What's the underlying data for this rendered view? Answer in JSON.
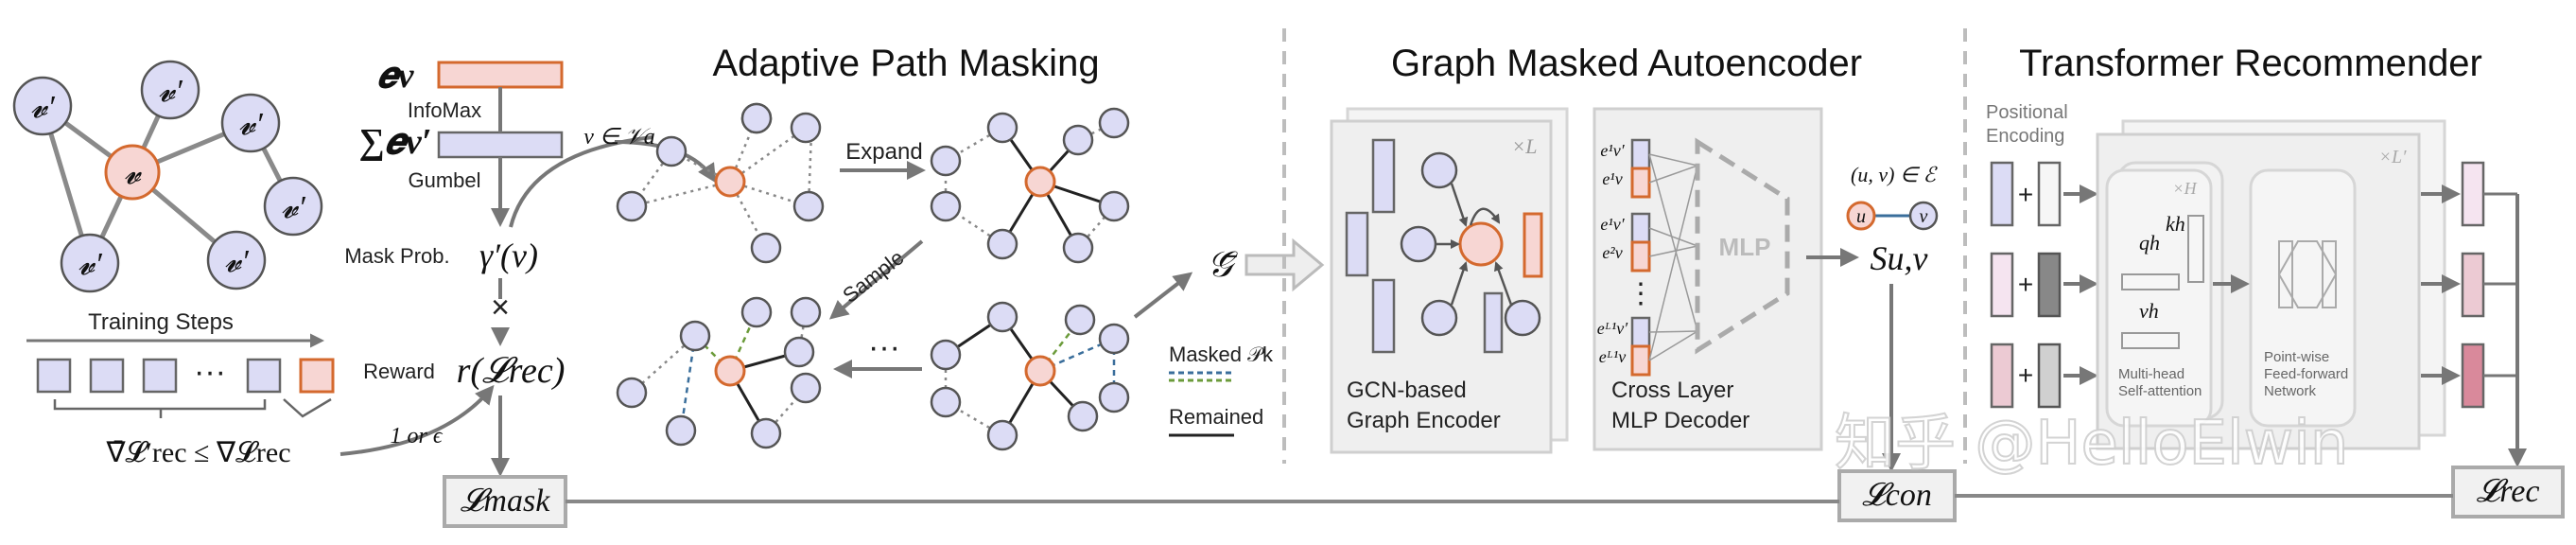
{
  "titles": {
    "apm": "Adaptive Path Masking",
    "gma": "Graph Masked Autoencoder",
    "tr": "Transformer Recommender"
  },
  "left_graph": {
    "node_label": "𝓿′",
    "center_label": "𝓿"
  },
  "training": {
    "label": "Training Steps",
    "dots": "···",
    "inequality": "∇̄𝓛′rec ≤ ∇𝓛rec",
    "one_or_eps": "1 or ϵ"
  },
  "mask_prob": {
    "ev": "𝒆v",
    "sum_ev": "∑𝒆v′",
    "infomax": "InfoMax",
    "gumbel": "Gumbel",
    "label": "Mask Prob.",
    "gamma": "γ′(v)",
    "times": "×",
    "reward_label": "Reward",
    "reward_fn": "r(𝓛rec)",
    "v_in_va": "v ∈ 𝒱a"
  },
  "apm": {
    "expand": "Expand",
    "sample": "Sample",
    "dots": "···",
    "g_bar": "𝒢̄",
    "masked": "Masked 𝒫k",
    "remained": "Remained"
  },
  "gma": {
    "layers": "×L",
    "encoder_line1": "GCN-based",
    "encoder_line2": "Graph Encoder",
    "decoder_line1": "Cross Layer",
    "decoder_line2": "MLP Decoder",
    "mlp": "MLP",
    "uv_edge": "(u, v) ∈ ℰ",
    "u": "u",
    "v": "v",
    "score": "Su,v",
    "e_labels": [
      "e¹v′",
      "e¹v",
      "e¹v′",
      "e²v",
      "eᴸ¹v′",
      "eᴸ¹v"
    ]
  },
  "tr": {
    "pos_enc_line1": "Positional",
    "pos_enc_line2": "Encoding",
    "layers": "×L′",
    "heads": "×H",
    "qh": "qh",
    "kh": "kh",
    "vh": "vh",
    "mhsa_line1": "Multi-head",
    "mhsa_line2": "Self-attention",
    "ffn_line1": "Point-wise",
    "ffn_line2": "Feed-forward",
    "ffn_line3": "Network",
    "plus": "+"
  },
  "losses": {
    "mask": "𝓛mask",
    "con": "𝓛con",
    "rec": "𝓛rec"
  },
  "watermark": "知乎 @HelloElwin",
  "colors": {
    "node_fill": "#dcdcf5",
    "orange_stroke": "#d4692e",
    "orange_fill": "#f7d6d3",
    "panel_fill": "#efefef",
    "masked_green": "#6b9b3a",
    "masked_blue": "#3a6e9b"
  }
}
